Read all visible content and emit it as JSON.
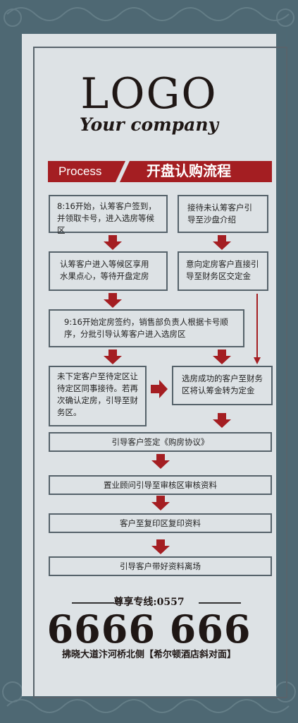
{
  "header": {
    "logo": "LOGO",
    "company": "Your company"
  },
  "process_bar": {
    "label": "Process",
    "title": "开盘认购流程"
  },
  "steps": {
    "s1_left": "8:16开始，认筹客户签到，并领取卡号，进入选房等候区",
    "s1_right": "接待未认筹客户引导至沙盘介绍",
    "s2_left": "认筹客户进入等候区享用水果点心，等待开盘定房",
    "s2_right": "意向定房客户直接引导至财务区交定金",
    "s3": "9:16开始定房签约，销售部负责人根据卡号顺序，分批引导认筹客户进入选房区",
    "s4_left": "未下定客户至待定区让待定区同事接待。若再次确认定房，引导至财务区。",
    "s4_right": "选房成功的客户至财务区将认筹金转为定金",
    "s5": "引导客户签定《购房协议》",
    "s6": "置业顾问引导至审核区审核资料",
    "s7": "客户至复印区复印资料",
    "s8": "引导客户带好资料离场"
  },
  "footer": {
    "hotline": "尊享专线:0557",
    "phone": "6666 666",
    "address": "拂晓大道汴河桥北侧【希尔顿酒店斜对面】"
  },
  "colors": {
    "accent_red": "#a41e22",
    "panel": "#dde2e5",
    "background": "#4e6873",
    "border": "#55626a"
  }
}
